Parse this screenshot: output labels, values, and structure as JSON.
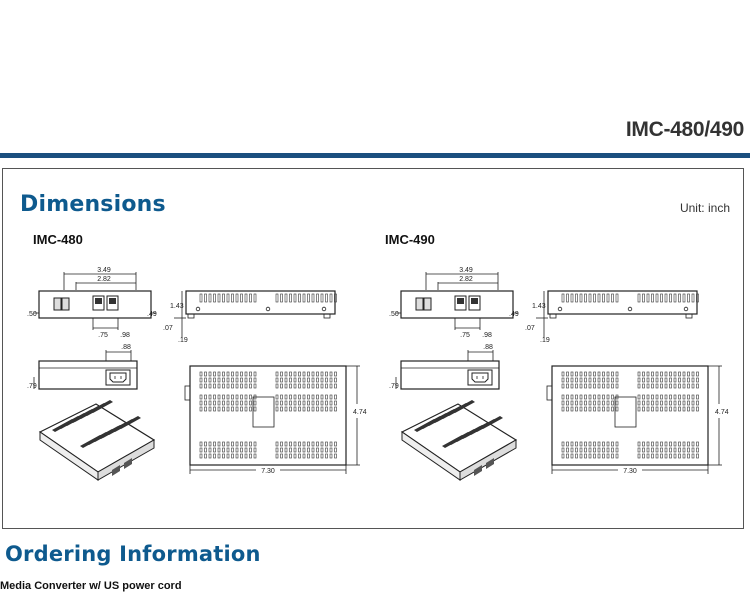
{
  "header": {
    "title": "IMC-480/490"
  },
  "dimensions": {
    "title": "Dimensions",
    "unit": "Unit: inch",
    "models": [
      "IMC-480",
      "IMC-490"
    ],
    "labels": {
      "d349": "3.49",
      "d282": "2.82",
      "d50": ".50",
      "d49": ".49",
      "d75": ".75",
      "d98": ".98",
      "d143": "1.43",
      "d07": ".07",
      "d19": ".19",
      "d88": ".88",
      "d79": ".79",
      "d474": "4.74",
      "d730": "7.30"
    }
  },
  "ordering": {
    "title": "Ordering Information",
    "subtitle": "Media Converter w/ US power cord"
  }
}
